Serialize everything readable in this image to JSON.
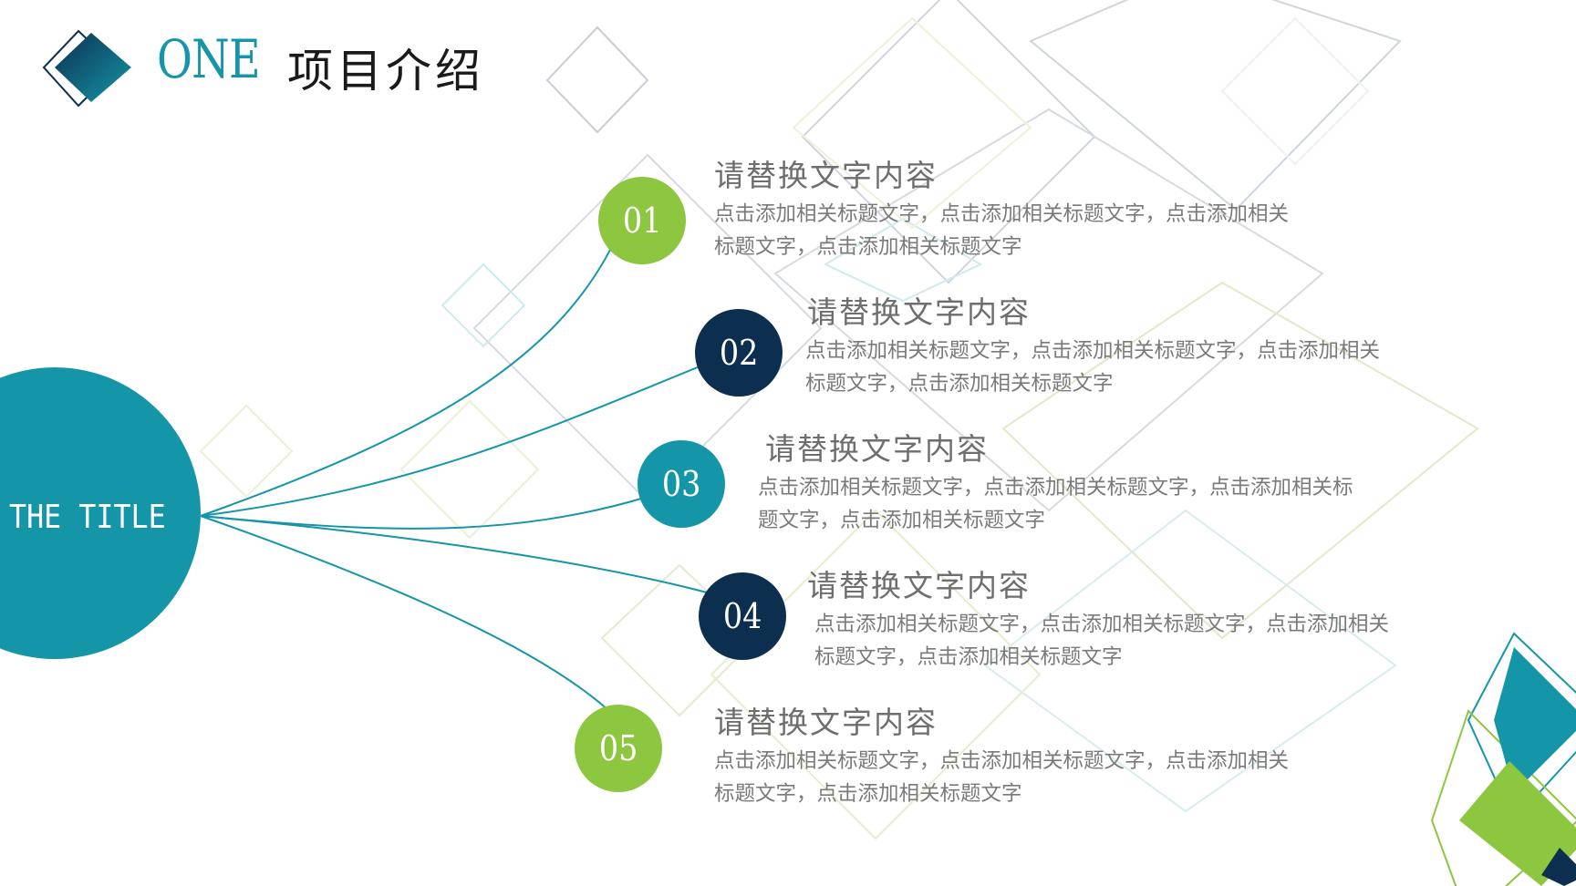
{
  "header": {
    "section_number": "ONE",
    "section_title": "项目介绍",
    "logo_icon": "diamond-logo-icon"
  },
  "center": {
    "title": "THE TITLE"
  },
  "items": [
    {
      "number": "01",
      "title": "请替换文字内容",
      "description": "点击添加相关标题文字，点击添加相关标题文字，点击添加相关标题文字，点击添加相关标题文字",
      "badge_color": "#8dc63f"
    },
    {
      "number": "02",
      "title": "请替换文字内容",
      "description": "点击添加相关标题文字，点击添加相关标题文字，点击添加相关标题文字，点击添加相关标题文字",
      "badge_color": "#0d2f4f"
    },
    {
      "number": "03",
      "title": "请替换文字内容",
      "description": "点击添加相关标题文字，点击添加相关标题文字，点击添加相关标题文字，点击添加相关标题文字",
      "badge_color": "#1496a8"
    },
    {
      "number": "04",
      "title": "请替换文字内容",
      "description": "点击添加相关标题文字，点击添加相关标题文字，点击添加相关标题文字，点击添加相关标题文字",
      "badge_color": "#0d2f4f"
    },
    {
      "number": "05",
      "title": "请替换文字内容",
      "description": "点击添加相关标题文字，点击添加相关标题文字，点击添加相关标题文字，点击添加相关标题文字",
      "badge_color": "#8dc63f"
    }
  ],
  "colors": {
    "teal": "#1496a8",
    "navy": "#0d2f4f",
    "lime": "#8dc63f",
    "text_gray": "#6e6e6e",
    "line_gray": "#c9cfd6"
  }
}
